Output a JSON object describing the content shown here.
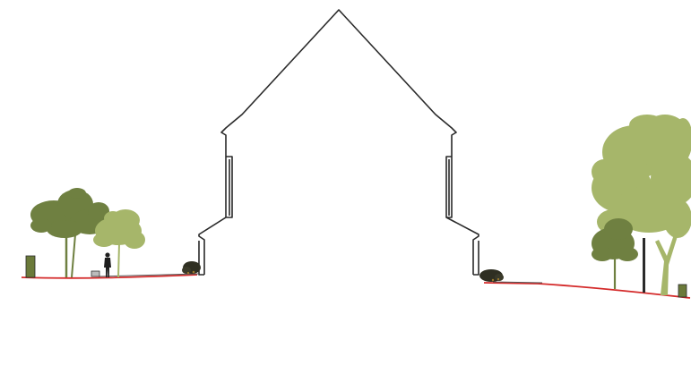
{
  "drawing": {
    "type": "architectural-section",
    "colors": {
      "background": "#ffffff",
      "outline": "#2a2a2a",
      "ground_line": "#d42a2a",
      "tree_dark": "#6f8041",
      "tree_light": "#a6b66a",
      "tree_lighter": "#b7c27f",
      "shrub": "#2f2f22",
      "bin": "#6b7a3a",
      "person": "#1e1e1e"
    },
    "elements": [
      "building-section",
      "ground-line-left",
      "ground-line-right",
      "tree-left-dark",
      "tree-left-light",
      "tree-right-large",
      "tree-right-small",
      "shrub-left",
      "shrub-right",
      "bin-left",
      "bin-right",
      "bench",
      "person",
      "lamp-post"
    ]
  }
}
